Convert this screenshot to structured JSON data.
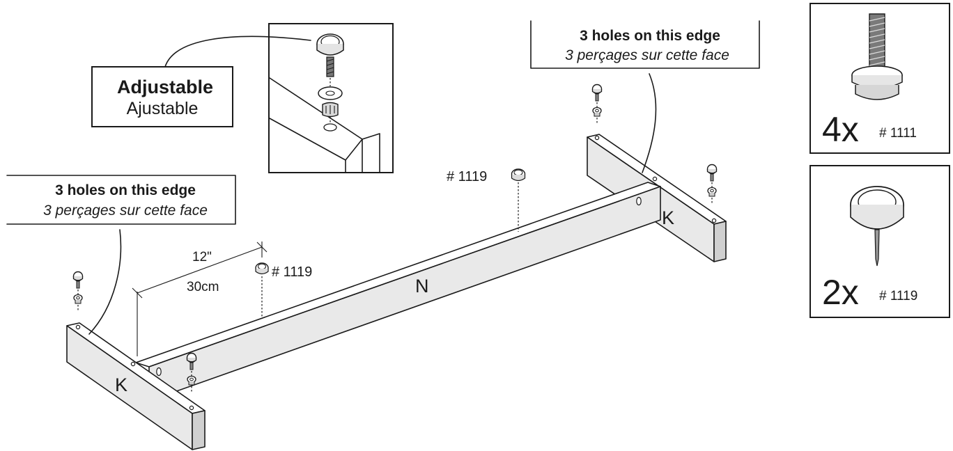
{
  "callouts": {
    "adjustable_en": "Adjustable",
    "adjustable_fr": "Ajustable",
    "holes_en": "3 holes on this edge",
    "holes_fr": "3 perçages sur cette face"
  },
  "parts": {
    "rail_label": "N",
    "end_label": "K",
    "glide_label": "# 1119",
    "foot_label": "# 1111"
  },
  "dimension": {
    "inches": "12\"",
    "cm": "30cm"
  },
  "legend": [
    {
      "qty": "4x",
      "part": "# 1111"
    },
    {
      "qty": "2x",
      "part": "# 1119"
    }
  ]
}
